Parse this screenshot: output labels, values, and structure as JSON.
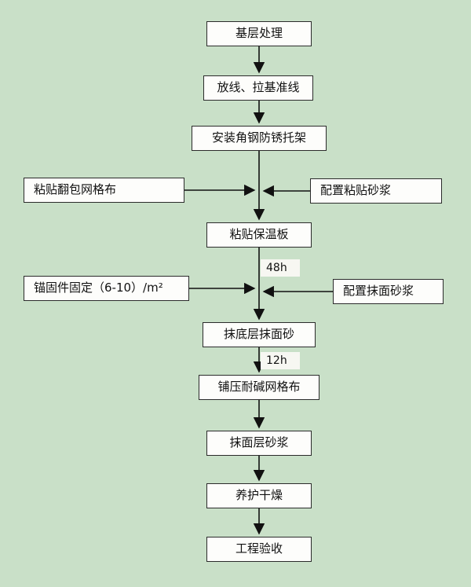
{
  "flowchart": {
    "main_nodes": [
      {
        "label": "基层处理"
      },
      {
        "label": "放线、拉基准线"
      },
      {
        "label": "安装角钢防锈托架"
      },
      {
        "label": "粘贴保温板"
      },
      {
        "label": "抹底层抹面砂"
      },
      {
        "label": "铺压耐碱网格布"
      },
      {
        "label": "抹面层砂浆"
      },
      {
        "label": "养护干燥"
      },
      {
        "label": "工程验收"
      }
    ],
    "side_nodes": [
      {
        "label": "粘贴翻包网格布",
        "side": "left"
      },
      {
        "label": "配置粘贴砂浆",
        "side": "right"
      },
      {
        "label": "锚固件固定（6-10）/m²",
        "side": "left"
      },
      {
        "label": "配置抹面砂浆",
        "side": "right"
      }
    ],
    "edge_labels": [
      {
        "label": "48h"
      },
      {
        "label": "12h"
      }
    ],
    "colors": {
      "background": "#c9e0c8",
      "node_fill": "#fdfdfb",
      "node_border": "#2b2b2b",
      "arrow": "#111111"
    }
  }
}
